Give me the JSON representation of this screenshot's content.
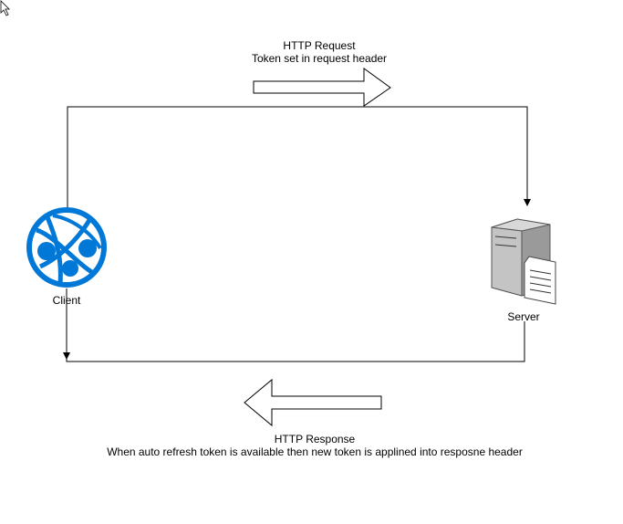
{
  "request": {
    "title": "HTTP  Request",
    "subtitle": "Token set in request header"
  },
  "response": {
    "title": "HTTP Response",
    "subtitle": "When auto refresh token is available then new token is applined into resposne header"
  },
  "client": {
    "label": "Client",
    "icon": "globe-network-icon",
    "color": "#0078d7"
  },
  "server": {
    "label": "Server",
    "icon": "server-document-icon"
  },
  "colors": {
    "line": "#000000",
    "arrow_fill": "#ffffff"
  }
}
